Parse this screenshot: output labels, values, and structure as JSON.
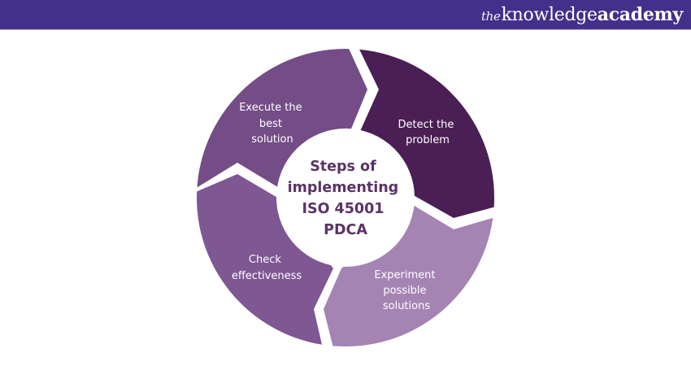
{
  "header": {
    "brand_prefix": "the",
    "brand_main": "knowledge",
    "brand_suffix": "academy",
    "bar_color": "#43308a"
  },
  "diagram": {
    "center_title_lines": [
      "Steps of",
      "implementing",
      "ISO 45001",
      "PDCA"
    ],
    "center_text_color": "#5a3366",
    "segments": [
      {
        "id": "detect",
        "lines": [
          "Detect the",
          "problem"
        ],
        "color": "#4a1f55"
      },
      {
        "id": "experiment",
        "lines": [
          "Experiment",
          "possible",
          "solutions"
        ],
        "color": "#a584b4"
      },
      {
        "id": "check",
        "lines": [
          "Check",
          "effectiveness"
        ],
        "color": "#7e5793"
      },
      {
        "id": "execute",
        "lines": [
          "Execute the",
          "best",
          "solution"
        ],
        "color": "#744c86"
      }
    ]
  }
}
